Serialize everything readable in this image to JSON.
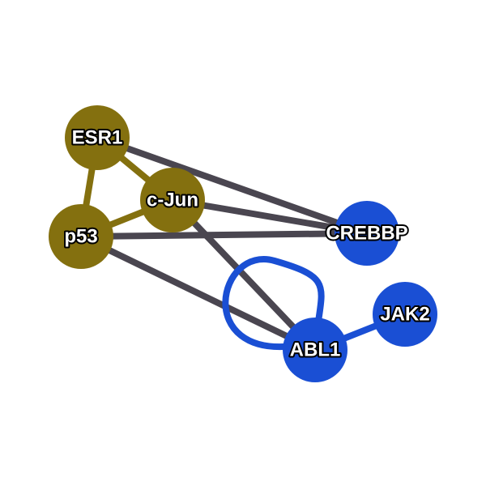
{
  "colors": {
    "background": "#ffffff",
    "gold_node": "#84700f",
    "blue_node": "#1a4fd4",
    "gray_edge": "#4a4650",
    "blue_edge": "#1a4fd4",
    "label_text": "#ffffff",
    "label_outline": "#000000"
  },
  "nodes": [
    {
      "id": "esr1",
      "label": "ESR1",
      "group": "gold"
    },
    {
      "id": "cjun",
      "label": "c-Jun",
      "group": "gold"
    },
    {
      "id": "p53",
      "label": "p53",
      "group": "gold"
    },
    {
      "id": "crebbp",
      "label": "CREBBP",
      "group": "blue"
    },
    {
      "id": "abl1",
      "label": "ABL1",
      "group": "blue"
    },
    {
      "id": "jak2",
      "label": "JAK2",
      "group": "blue"
    }
  ],
  "edges": [
    {
      "source": "esr1",
      "target": "crebbp",
      "color": "gray"
    },
    {
      "source": "cjun",
      "target": "crebbp",
      "color": "gray"
    },
    {
      "source": "p53",
      "target": "crebbp",
      "color": "gray"
    },
    {
      "source": "cjun",
      "target": "abl1",
      "color": "gray"
    },
    {
      "source": "p53",
      "target": "abl1",
      "color": "gray"
    },
    {
      "source": "esr1",
      "target": "cjun",
      "color": "gold"
    },
    {
      "source": "esr1",
      "target": "p53",
      "color": "gold"
    },
    {
      "source": "p53",
      "target": "cjun",
      "color": "gold"
    },
    {
      "source": "abl1",
      "target": "jak2",
      "color": "blue"
    },
    {
      "source": "abl1",
      "target": "abl1",
      "color": "blue",
      "kind": "self-loop"
    }
  ]
}
